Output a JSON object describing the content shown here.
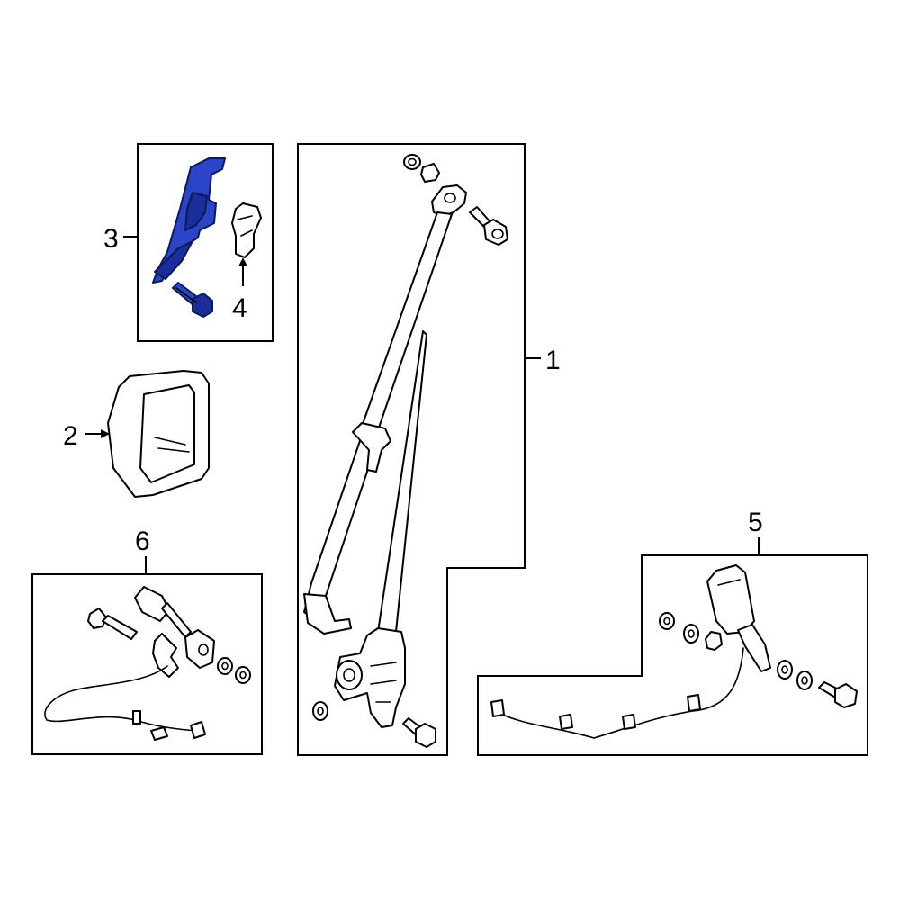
{
  "callouts": {
    "part1": "1",
    "part2": "2",
    "part3": "3",
    "part4": "4",
    "part5": "5",
    "part6": "6"
  },
  "colors": {
    "highlight": "#2b44c8",
    "highlight_dark": "#1a2d9a",
    "line": "#000000",
    "background": "#ffffff"
  },
  "highlighted_part": "3"
}
